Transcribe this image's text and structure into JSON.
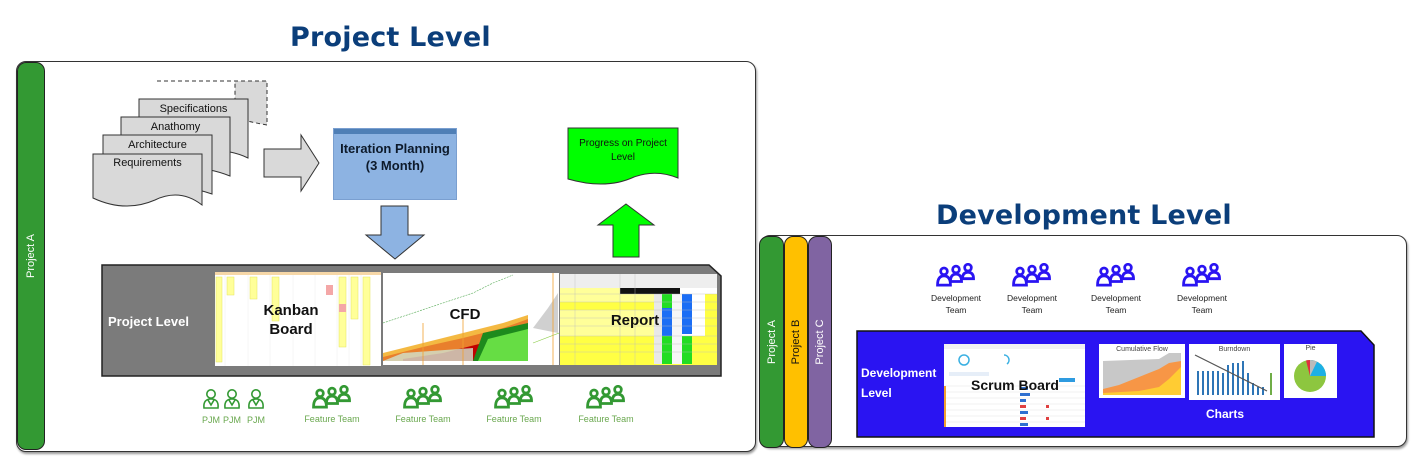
{
  "project_level": {
    "title": "Project Level",
    "project_tab": "Project A",
    "documents": [
      {
        "label": "Specifications"
      },
      {
        "label": "Anathomy"
      },
      {
        "label": "Architecture"
      },
      {
        "label": "Requirements"
      }
    ],
    "iteration_planning": {
      "line1": "Iteration Planning",
      "line2": "(3 Month)"
    },
    "progress": {
      "label": "Progress on Project Level"
    },
    "band": {
      "label": "Project Level",
      "thumbnails": [
        {
          "caption_line1": "Kanban",
          "caption_line2": "Board"
        },
        {
          "caption_line1": "CFD",
          "caption_line2": ""
        },
        {
          "caption_line1": "Report",
          "caption_line2": ""
        }
      ]
    },
    "teams": [
      {
        "label": "PJM",
        "type": "single"
      },
      {
        "label": "PJM",
        "type": "single"
      },
      {
        "label": "PJM",
        "type": "single"
      },
      {
        "label": "Feature Team",
        "type": "group"
      },
      {
        "label": "Feature Team",
        "type": "group"
      },
      {
        "label": "Feature Team",
        "type": "group"
      },
      {
        "label": "Feature Team",
        "type": "group"
      }
    ]
  },
  "development_level": {
    "title": "Development Level",
    "project_tabs": [
      {
        "label": "Project A",
        "color": "#339933",
        "text_color": "#ffffff"
      },
      {
        "label": "Project B",
        "color": "#ffc000",
        "text_color": "#111111"
      },
      {
        "label": "Project C",
        "color": "#8064a2",
        "text_color": "#ffffff"
      }
    ],
    "teams": [
      {
        "line1": "Development",
        "line2": "Team"
      },
      {
        "line1": "Development",
        "line2": "Team"
      },
      {
        "line1": "Development",
        "line2": "Team"
      },
      {
        "line1": "Development",
        "line2": "Team"
      }
    ],
    "band": {
      "label_line1": "Development",
      "label_line2": "Level",
      "scrum_board": "Scrum Board",
      "charts_label": "Charts",
      "charts": [
        {
          "title": "Cumulative Flow"
        },
        {
          "title": "Burndown"
        },
        {
          "title": "Pie"
        }
      ]
    }
  },
  "colors": {
    "title": "#0b3e7a",
    "project_green": "#339933",
    "team_green": "#339933",
    "team_blue": "#2a14f2",
    "dev_band": "#2a14f2",
    "iteration_blue": "#8db3e2",
    "progress_green": "#00ff00"
  }
}
